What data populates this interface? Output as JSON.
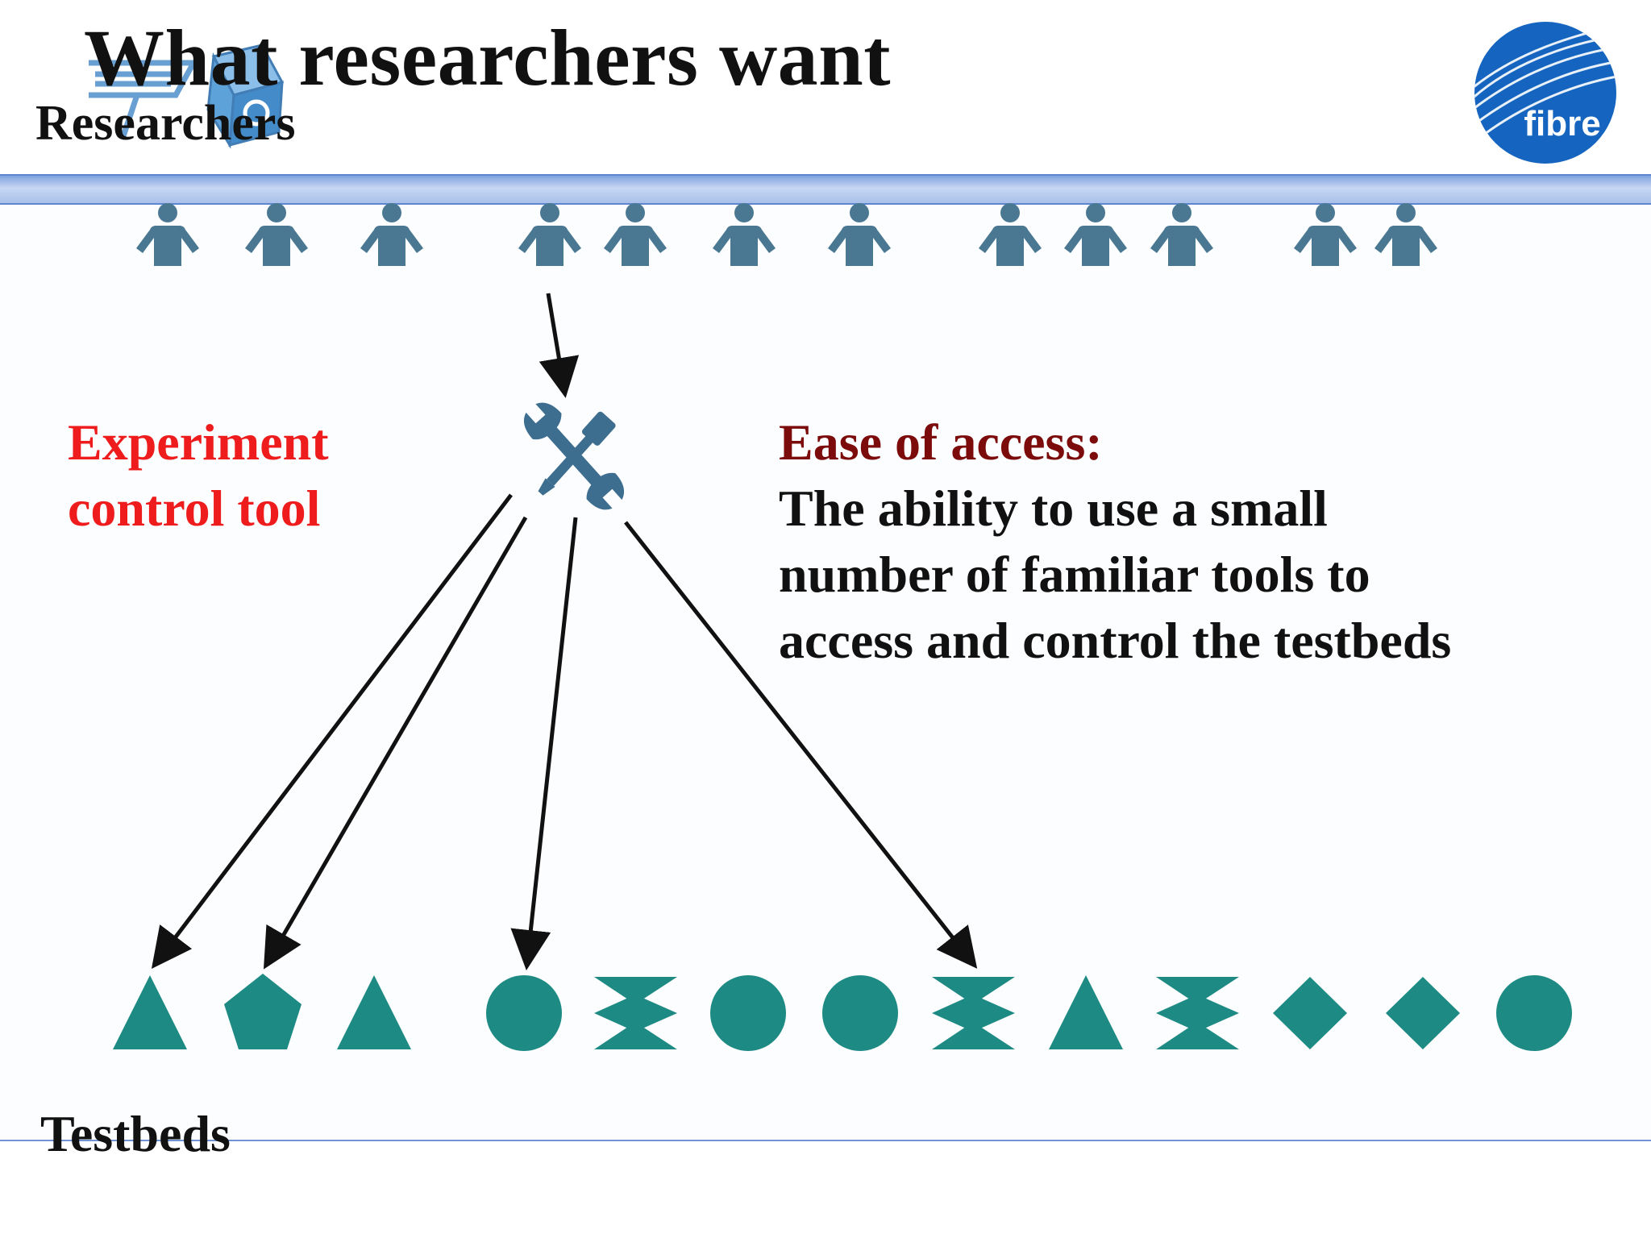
{
  "slide": {
    "title": "What researchers want",
    "researchers_label": "Researchers",
    "testbeds_label": "Testbeds"
  },
  "tool": {
    "label_line1": "Experiment",
    "label_line2": "control tool",
    "icon": "wrench-screwdriver-icon"
  },
  "ease": {
    "heading": "Ease of access:",
    "line1": "The ability to use a small",
    "line2": "number of familiar tools to",
    "line3": "access and control the testbeds"
  },
  "logos": {
    "fibre_text": "fibre",
    "left_logo": "project-cube-logo"
  },
  "researcher_icon_count": 12,
  "testbed_shapes": [
    "triangle",
    "pentagon",
    "triangle",
    "circle",
    "hourglass",
    "circle",
    "circle",
    "hourglass",
    "triangle",
    "hourglass",
    "diamond",
    "diamond",
    "circle"
  ],
  "colors": {
    "title": "#111111",
    "tool_label": "#ee1c1c",
    "ease_heading": "#7c0b0b",
    "person": "#4a7892",
    "shape": "#1d8a84",
    "bar": "#9db8e8",
    "fibre_blue": "#1565c0"
  }
}
